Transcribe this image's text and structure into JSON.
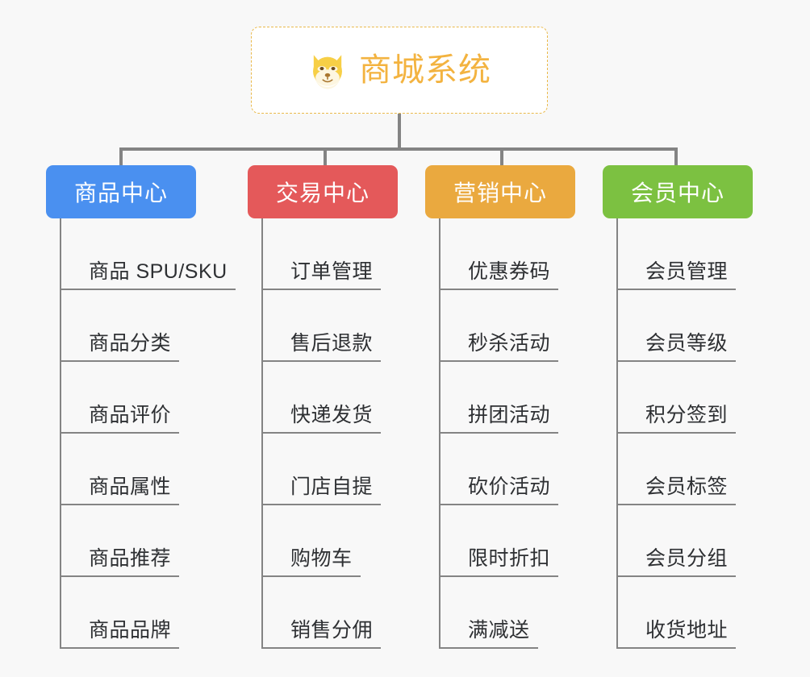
{
  "root": {
    "title": "商城系统",
    "icon": "dog-face-icon",
    "border_color": "#eab94a",
    "title_color": "#f3b340"
  },
  "connector_color": "#848484",
  "background_color": "#f8f8f8",
  "columns": [
    {
      "id": "product-center",
      "header": "商品中心",
      "color": "#4a90f0",
      "items": [
        "商品 SPU/SKU",
        "商品分类",
        "商品评价",
        "商品属性",
        "商品推荐",
        "商品品牌"
      ]
    },
    {
      "id": "trade-center",
      "header": "交易中心",
      "color": "#e4595a",
      "items": [
        "订单管理",
        "售后退款",
        "快递发货",
        "门店自提",
        "购物车",
        "销售分佣"
      ]
    },
    {
      "id": "marketing-center",
      "header": "营销中心",
      "color": "#eaa93f",
      "items": [
        "优惠券码",
        "秒杀活动",
        "拼团活动",
        "砍价活动",
        "限时折扣",
        "满减送"
      ]
    },
    {
      "id": "member-center",
      "header": "会员中心",
      "color": "#7cc141",
      "items": [
        "会员管理",
        "会员等级",
        "积分签到",
        "会员标签",
        "会员分组",
        "收货地址"
      ]
    }
  ]
}
